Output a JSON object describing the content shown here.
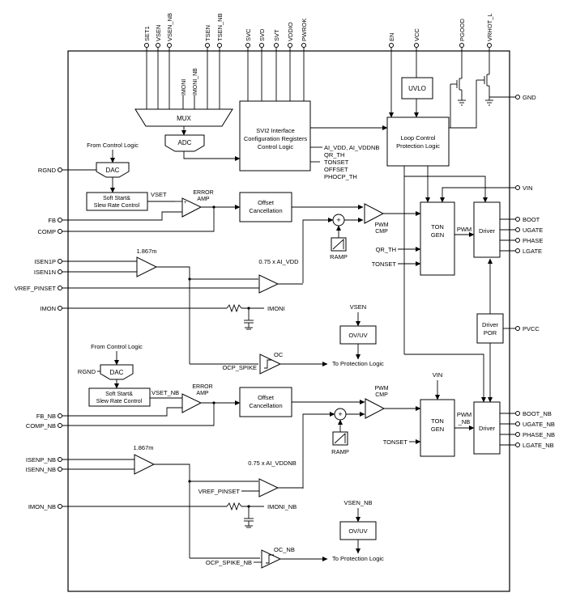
{
  "pins_top": [
    "SET1",
    "VSEN",
    "VSEN_NB",
    "TSEN",
    "TSEN_NB",
    "SVC",
    "SVD",
    "SVT",
    "VDDIO",
    "PWROK",
    "EN",
    "VCC",
    "PGOOD",
    "VRHOT_L"
  ],
  "pins_left": {
    "rgnd": "RGND",
    "fb": "FB",
    "comp": "COMP",
    "isen1p": "ISEN1P",
    "isen1n": "ISEN1N",
    "vref_pinset": "VREF_PINSET",
    "imon": "IMON",
    "fb_nb": "FB_NB",
    "comp_nb": "COMP_NB",
    "isenp_nb": "ISENP_NB",
    "isenn_nb": "ISENN_NB",
    "imon_nb": "IMON_NB"
  },
  "pins_right": {
    "gnd": "GND",
    "vin": "VIN",
    "boot": "BOOT",
    "ugate": "UGATE",
    "phase": "PHASE",
    "lgate": "LGATE",
    "pvcc": "PVCC",
    "boot_nb": "BOOT_NB",
    "ugate_nb": "UGATE_NB",
    "phase_nb": "PHASE_NB",
    "lgate_nb": "LGATE_NB"
  },
  "mux": {
    "label": "MUX",
    "in_imoni": "IMONI",
    "in_imoni_nb": "IMONI_NB"
  },
  "adc": "ADC",
  "svi2_block": [
    "SVI2 Interface",
    "Configuration Registers",
    "Control Logic"
  ],
  "svi2_outputs": [
    "AI_VDD, AI_VDDNB",
    "QR_TH",
    "TONSET",
    "OFFSET",
    "PHOCP_TH"
  ],
  "uvlo": "UVLO",
  "loop_control": [
    "Loop Control",
    "Protection Logic"
  ],
  "ch1": {
    "from_control_logic": "From Control Logic",
    "dac": "DAC",
    "soft_start": [
      "Soft Start&",
      "Slew Rate Control"
    ],
    "vset": "VSET",
    "error_amp": [
      "ERROR",
      "AMP"
    ],
    "offset_cancel": [
      "Offset",
      "Cancellation"
    ],
    "pwm_cmp": [
      "PWM",
      "CMP"
    ],
    "ramp": "RAMP",
    "plus": "+",
    "qr_th": "QR_TH",
    "tonset": "TONSET",
    "ton_gen": [
      "TON",
      "GEN"
    ],
    "pwm": "PWM",
    "driver": "Driver",
    "driver_por": [
      "Driver",
      "POR"
    ],
    "gain": "1.867m",
    "scale": "0.75 x AI_VDD",
    "imoni": "IMONI",
    "vsen": "VSEN",
    "ovuv": "OV/UV",
    "oc": "OC",
    "ocp_spike": "OCP_SPIKE",
    "to_protection": "To Protection Logic"
  },
  "ch2": {
    "from_control_logic": "From Control Logic",
    "rgnd": "RGND",
    "dac": "DAC",
    "soft_start": [
      "Soft Start&",
      "Slew Rate Control"
    ],
    "vset": "VSET_NB",
    "error_amp": [
      "ERROR",
      "AMP"
    ],
    "offset_cancel": [
      "Offset",
      "Cancellation"
    ],
    "pwm_cmp": [
      "PWM",
      "CMP"
    ],
    "ramp": "RAMP",
    "plus": "+",
    "vin": "VIN",
    "tonset": "TONSET",
    "ton_gen": [
      "TON",
      "GEN"
    ],
    "pwm": [
      "PWM",
      "_NB"
    ],
    "driver": "Driver",
    "gain": "1.867m",
    "scale": "0.75 x AI_VDDNB",
    "vref_pinset": "VREF_PINSET",
    "imoni": "IMONI_NB",
    "vsen": "VSEN_NB",
    "ovuv": "OV/UV",
    "oc": "OC_NB",
    "ocp_spike": "OCP_SPIKE_NB",
    "to_protection": "To Protection Logic"
  }
}
